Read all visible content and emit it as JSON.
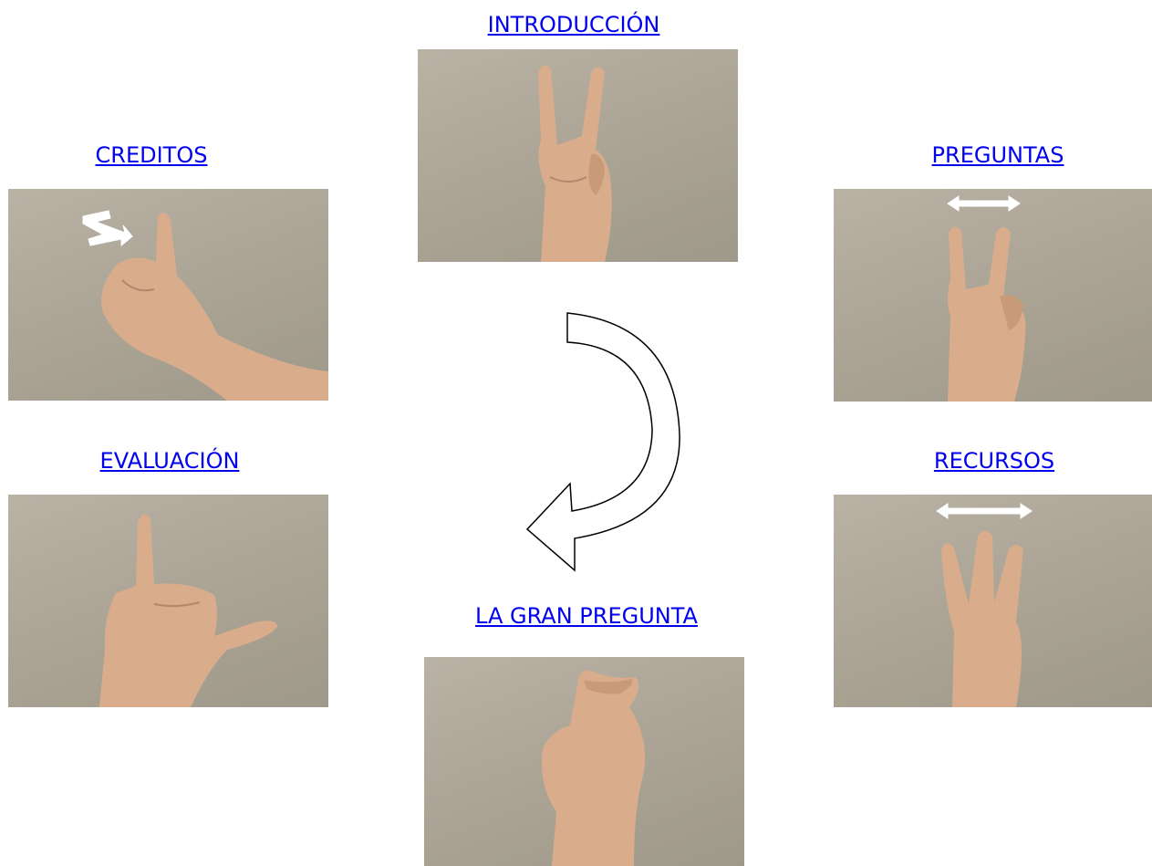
{
  "nav": {
    "introduccion": "INTRODUCCIÓN",
    "creditos": "CREDITOS",
    "preguntas": "PREGUNTAS",
    "evaluacion": "EVALUACIÓN",
    "recursos": "RECURSOS",
    "gran_pregunta": "LA GRAN PREGUNTA"
  },
  "images": {
    "introduccion": "sign-v-hand",
    "creditos": "sign-z-hand",
    "preguntas": "sign-v-apart-hand",
    "evaluacion": "sign-y-index-hand",
    "recursos": "sign-w-hand",
    "gran_pregunta": "sign-flat-o-hand"
  },
  "colors": {
    "link": "#0000ee",
    "background": "#ffffff"
  }
}
